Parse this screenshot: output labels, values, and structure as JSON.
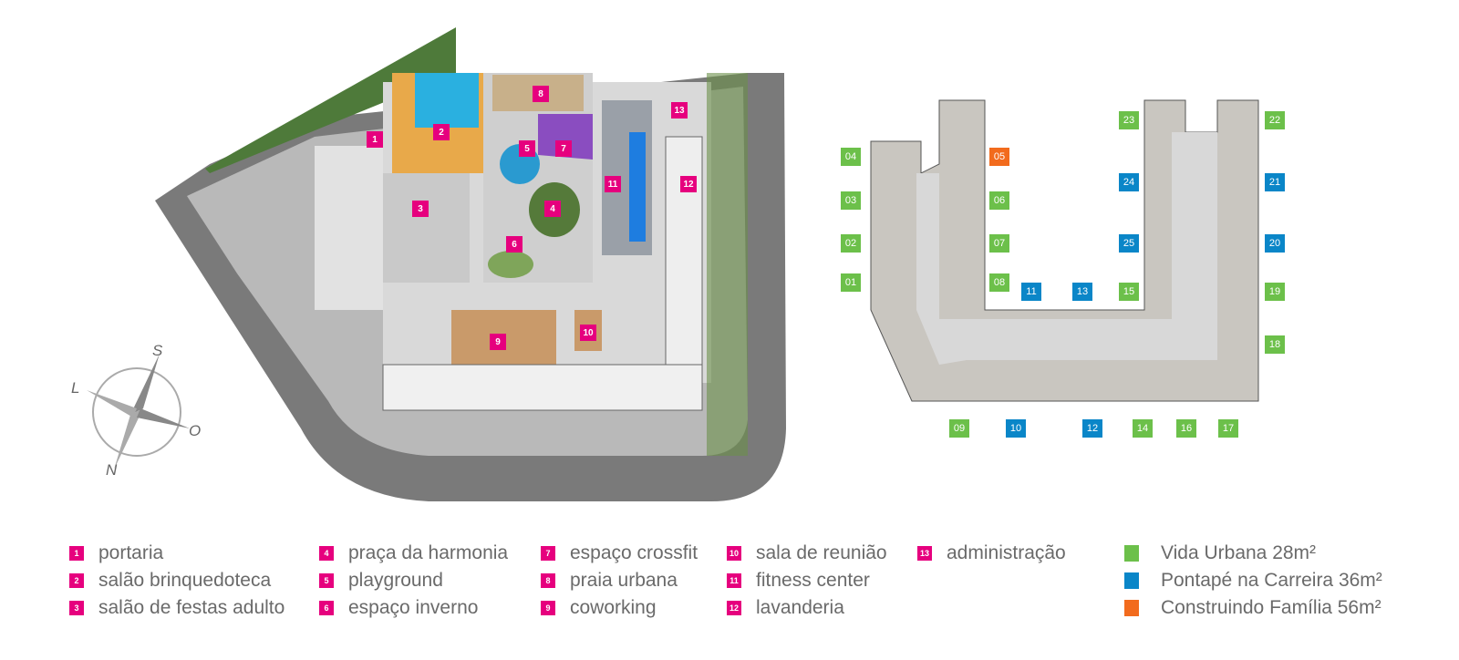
{
  "colors": {
    "amenity": "#e6007e",
    "vida_urbana": "#6cc04a",
    "pontape": "#0a86c8",
    "construindo": "#f26b1d"
  },
  "compass": {
    "s": "S",
    "l": "L",
    "o": "O",
    "n": "N"
  },
  "amenities": [
    {
      "num": "1",
      "label": "portaria"
    },
    {
      "num": "2",
      "label": "salão brinquedoteca"
    },
    {
      "num": "3",
      "label": "salão de festas adulto"
    },
    {
      "num": "4",
      "label": "praça da harmonia"
    },
    {
      "num": "5",
      "label": "playground"
    },
    {
      "num": "6",
      "label": "espaço inverno"
    },
    {
      "num": "7",
      "label": "espaço crossfit"
    },
    {
      "num": "8",
      "label": "praia urbana"
    },
    {
      "num": "9",
      "label": "coworking"
    },
    {
      "num": "10",
      "label": "sala de reunião"
    },
    {
      "num": "11",
      "label": "fitness center"
    },
    {
      "num": "12",
      "label": "lavanderia"
    },
    {
      "num": "13",
      "label": "administração"
    }
  ],
  "unit_types": [
    {
      "label": "Vida Urbana 28m²",
      "color": "#6cc04a"
    },
    {
      "label": "Pontapé na Carreira 36m²",
      "color": "#0a86c8"
    },
    {
      "label": "Construindo Família 56m²",
      "color": "#f26b1d"
    }
  ],
  "units": [
    {
      "num": "04",
      "type": "vida_urbana"
    },
    {
      "num": "03",
      "type": "vida_urbana"
    },
    {
      "num": "02",
      "type": "vida_urbana"
    },
    {
      "num": "01",
      "type": "vida_urbana"
    },
    {
      "num": "05",
      "type": "construindo"
    },
    {
      "num": "06",
      "type": "vida_urbana"
    },
    {
      "num": "07",
      "type": "vida_urbana"
    },
    {
      "num": "08",
      "type": "vida_urbana"
    },
    {
      "num": "11",
      "type": "pontape"
    },
    {
      "num": "13",
      "type": "pontape"
    },
    {
      "num": "15",
      "type": "vida_urbana"
    },
    {
      "num": "23",
      "type": "vida_urbana"
    },
    {
      "num": "22",
      "type": "vida_urbana"
    },
    {
      "num": "24",
      "type": "pontape"
    },
    {
      "num": "21",
      "type": "pontape"
    },
    {
      "num": "25",
      "type": "pontape"
    },
    {
      "num": "20",
      "type": "pontape"
    },
    {
      "num": "19",
      "type": "vida_urbana"
    },
    {
      "num": "18",
      "type": "vida_urbana"
    },
    {
      "num": "09",
      "type": "vida_urbana"
    },
    {
      "num": "10",
      "type": "pontape"
    },
    {
      "num": "12",
      "type": "pontape"
    },
    {
      "num": "14",
      "type": "vida_urbana"
    },
    {
      "num": "16",
      "type": "vida_urbana"
    },
    {
      "num": "17",
      "type": "vida_urbana"
    }
  ]
}
